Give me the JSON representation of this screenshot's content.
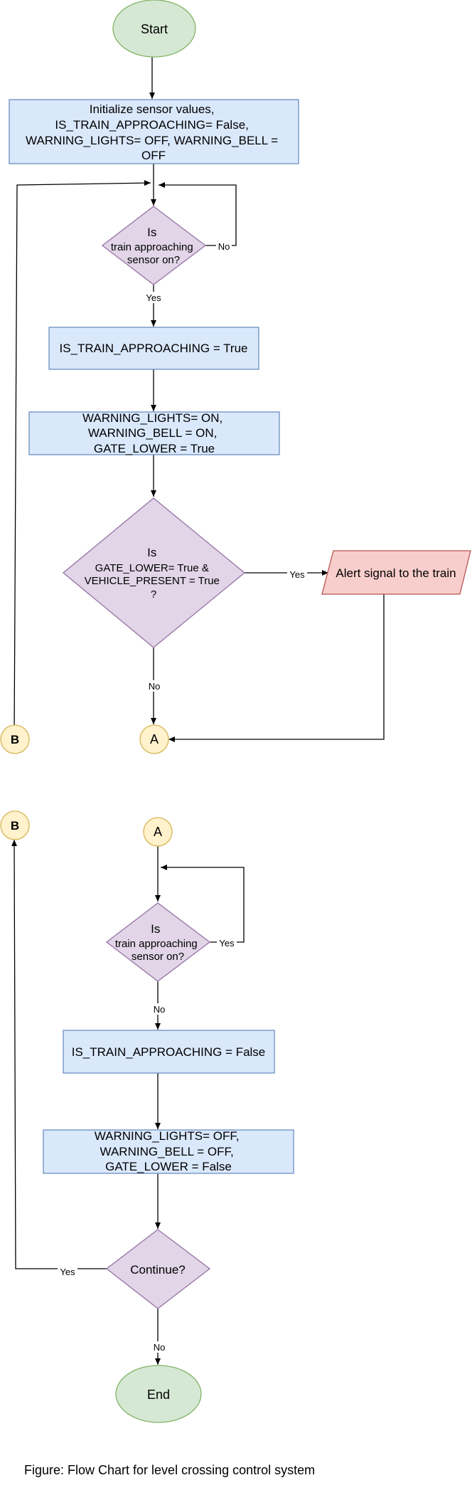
{
  "diagram": {
    "caption": "Figure: Flow Chart for level crossing control system",
    "nodes": {
      "start": "Start",
      "init": [
        "Initialize sensor values,",
        "IS_TRAIN_APPROACHING= False,",
        "WARNING_LIGHTS= OFF, WARNING_BELL =",
        "OFF"
      ],
      "decision1": [
        "Is",
        "train approaching",
        "sensor on?"
      ],
      "set_true": "IS_TRAIN_APPROACHING = True",
      "warnings_on": [
        "WARNING_LIGHTS= ON,",
        "WARNING_BELL = ON,",
        "GATE_LOWER = True"
      ],
      "decision2": [
        "Is",
        "GATE_LOWER= True &",
        "VEHICLE_PRESENT = True",
        "?"
      ],
      "alert": "Alert signal to the train",
      "connector_a_top": "A",
      "connector_b_top": "B",
      "connector_b_bottom": "B",
      "connector_a_bottom": "A",
      "decision3": [
        "Is",
        "train approaching",
        "sensor on?"
      ],
      "set_false": "IS_TRAIN_APPROACHING = False",
      "warnings_off": [
        "WARNING_LIGHTS= OFF,",
        "WARNING_BELL = OFF,",
        "GATE_LOWER = False"
      ],
      "decision4": "Continue?",
      "end": "End"
    },
    "edge_labels": {
      "d1_no": "No",
      "d1_yes": "Yes",
      "d2_yes": "Yes",
      "d2_no": "No",
      "d3_yes": "Yes",
      "d3_no": "No",
      "d4_yes": "Yes",
      "d4_no": "No"
    },
    "colors": {
      "terminal_fill": "#d5e8d4",
      "terminal_stroke": "#82b366",
      "process_fill": "#dae8fc",
      "process_stroke": "#6c8ebf",
      "decision_fill": "#e1d5e7",
      "decision_stroke": "#9673a6",
      "alert_fill": "#f8cecc",
      "alert_stroke": "#b85450",
      "connector_fill": "#fff2cc",
      "connector_stroke": "#d6b656"
    }
  }
}
